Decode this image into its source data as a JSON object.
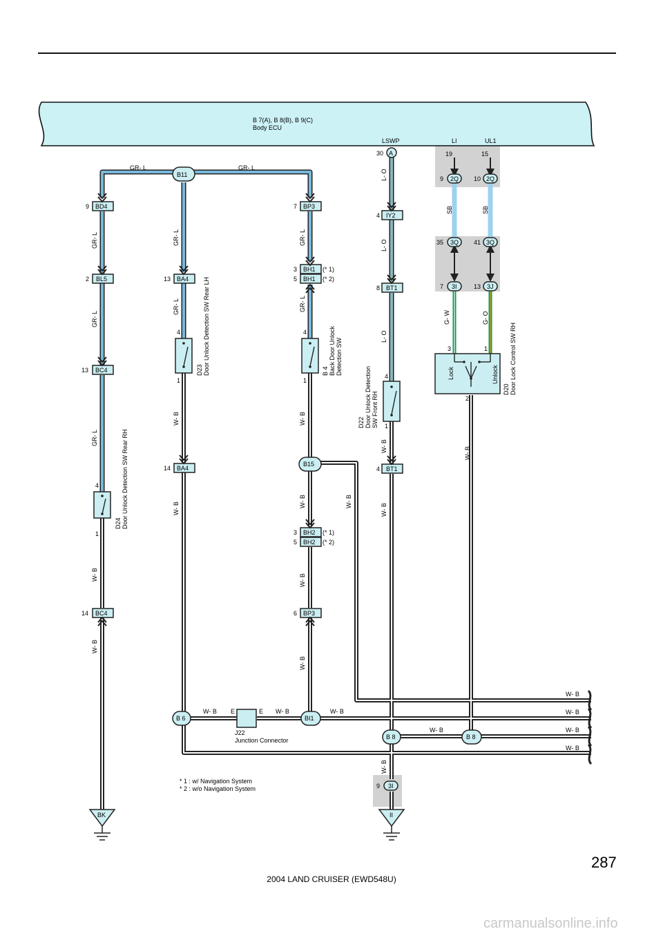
{
  "ecu": {
    "title": "B 7(A), B 8(B), B 9(C)",
    "subtitle": "Body ECU",
    "term_lswp": "LSWP",
    "term_li": "LI",
    "term_ul1": "UL1"
  },
  "colors": {
    "ecu_fill": "#ccf2f6",
    "wire_gr_l": "#78b9dc",
    "wire_sb": "#9cd2ee",
    "wire_l_o": "#e8a818",
    "wire_g": "#109850",
    "shade": "#d2d2d2",
    "box_fill": "#cbeef2"
  },
  "wire_labels": {
    "gr_l": "GR- L",
    "w_b": "W- B",
    "l_o": "L- O",
    "sb": "SB",
    "g_w": "G- W",
    "g_o": "G- O"
  },
  "connectors": {
    "b11": "B11",
    "bd4": "BD4",
    "bp3": "BP3",
    "bl5": "BL5",
    "ba4": "BA4",
    "bh1": "BH1",
    "bc4": "BC4",
    "b15": "B15",
    "bh2": "BH2",
    "b6": "B 6",
    "bi1": "BI1",
    "iy2": "IY2",
    "bt1": "BT1",
    "b8": "B 8",
    "c2q": "2Q",
    "c3q": "3Q",
    "c3i": "3I",
    "c3j": "3J",
    "a": "A"
  },
  "pins": {
    "p1": "1",
    "p2": "2",
    "p3": "3",
    "p4": "4",
    "p5": "5",
    "p6": "6",
    "p7": "7",
    "p8": "8",
    "p9": "9",
    "p10": "10",
    "p13": "13",
    "p14": "14",
    "p15": "15",
    "p19": "19",
    "p30": "30",
    "p35": "35",
    "p41": "41"
  },
  "notes": {
    "n1": "(* 1)",
    "n2": "(* 2)",
    "fn1": "*  1 : w/ Navigation System",
    "fn2": "*  2 : w/o Navigation System"
  },
  "components": {
    "d24_code": "D24",
    "d24_name": "Door  Unlock Detection SW Rear RH",
    "d23_code": "D23",
    "d23_name": "Door  Unlock Detection SW Rear LH",
    "b4_code": "B 4",
    "b4_name1": "Back Door Unlock",
    "b4_name2": "Detection SW",
    "d22_code": "D22",
    "d22_name1": "Door Unlock Detection",
    "d22_name2": "SW Front RH",
    "d20_code": "D20",
    "d20_name": "Door  Lock Control SW RH",
    "lock": "Lock",
    "unlock": "Unlock",
    "j22_code": "J22",
    "j22_name": "Junction Connector",
    "e": "E"
  },
  "grounds": {
    "bk": "BK",
    "ii": "II"
  },
  "footer": {
    "page": "287",
    "title": "2004 LAND CRUISER (EWD548U)",
    "watermark": "carmanualsonline.info"
  }
}
